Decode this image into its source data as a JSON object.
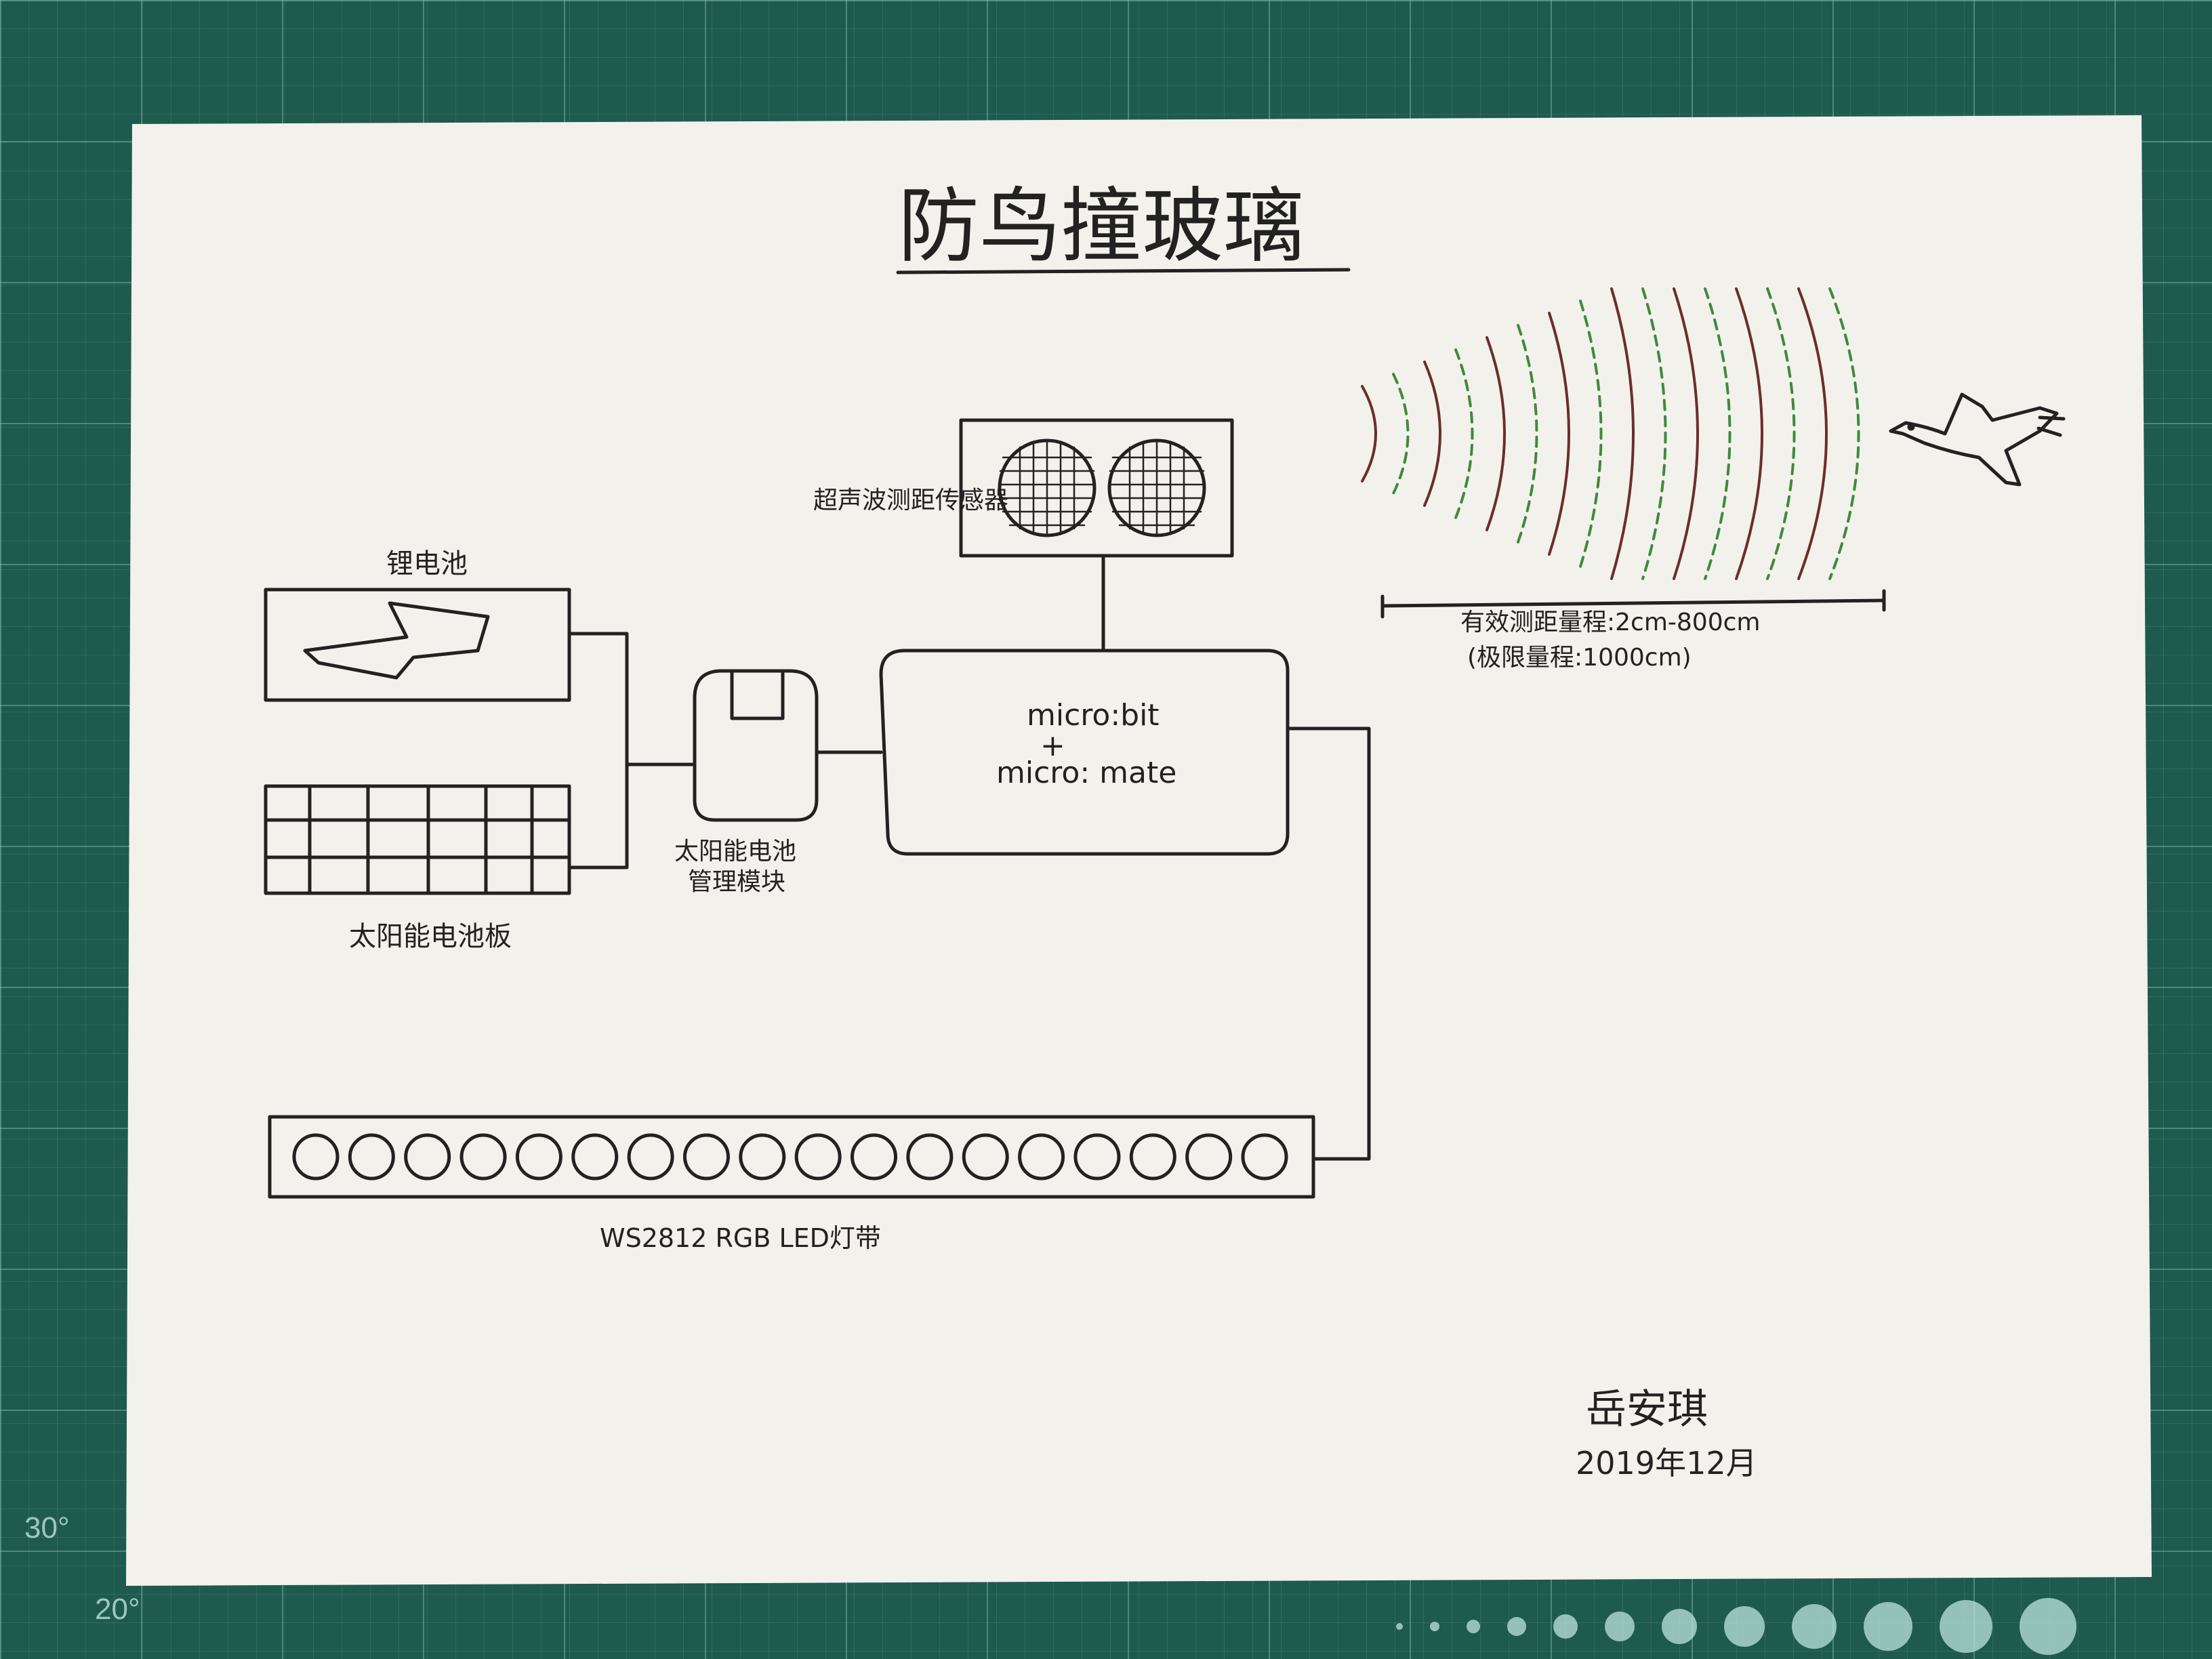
{
  "mat": {
    "labels": [
      "30°",
      "20°"
    ],
    "color": "#1f5a4e"
  },
  "diagram": {
    "title": "防鸟撞玻璃",
    "sensor_label": "超声波测距传感器",
    "lithium_battery_label": "锂电池",
    "solar_panel_label": "太阳能电池板",
    "solar_module_label_line1": "太阳能电池",
    "solar_module_label_line2": "管理模块",
    "controller_line1": "micro:bit",
    "controller_plus": "+",
    "controller_line2": "micro: mate",
    "range_line1": "有效测距量程:2cm-800cm",
    "range_line2": "(极限量程:1000cm)",
    "led_strip_label": "WS2812 RGB LED灯带",
    "led_count": 18,
    "author": "岳安琪",
    "date": "2019年12月",
    "colors": {
      "ink": "#222222",
      "wave_solid": "#6b2e2a",
      "wave_dashed": "#3f8a3a"
    }
  }
}
